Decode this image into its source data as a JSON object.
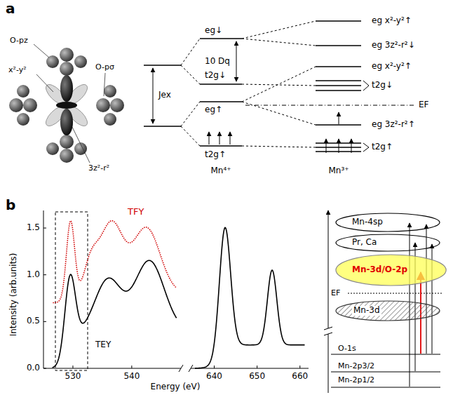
{
  "diagram": {
    "nodes": [
      {
        "text": [
          "Mn-4sp"
        ]
      },
      {
        "text": [
          "Pr, Ca"
        ]
      },
      {
        "text": [
          "Mn-3d/O-2p"
        ]
      },
      {
        "text": [
          "Mn-3d"
        ]
      }
    ],
    "labels": [
      "a",
      "O-pz",
      "x²-y²",
      "O-pσ",
      "3z²-r²",
      "Jex",
      "10 Dq",
      "eg↓",
      "t2g↓",
      "eg↑",
      "t2g↑",
      "Mn⁴⁺",
      "eg x²-y²↑",
      "eg 3z²-r²↓",
      "eg x²-y²↑",
      "t2g↓",
      "EF",
      "eg 3z²-r²↑",
      "t2g↑",
      "Mn³⁺",
      "b",
      "TFY",
      "TEY",
      "Intensity (arb.units)",
      "Energy (eV)",
      "0.0",
      "0.5",
      "1.0",
      "1.5",
      "530",
      "540",
      "640",
      "650",
      "660",
      "EF",
      "O-1s",
      "Mn-2p3/2",
      "Mn-2p1/2"
    ]
  }
}
